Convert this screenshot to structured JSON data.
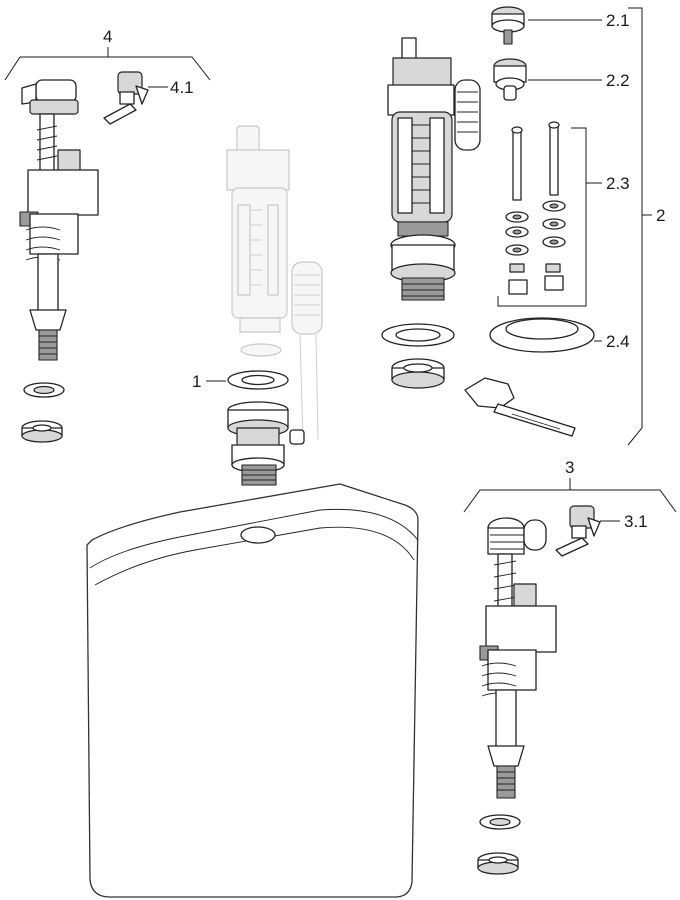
{
  "labels": {
    "item_1": "1",
    "item_2": "2",
    "item_2_1": "2.1",
    "item_2_2": "2.2",
    "item_2_3": "2.3",
    "item_2_4": "2.4",
    "item_3": "3",
    "item_3_1": "3.1",
    "item_4": "4",
    "item_4_1": "4.1"
  }
}
